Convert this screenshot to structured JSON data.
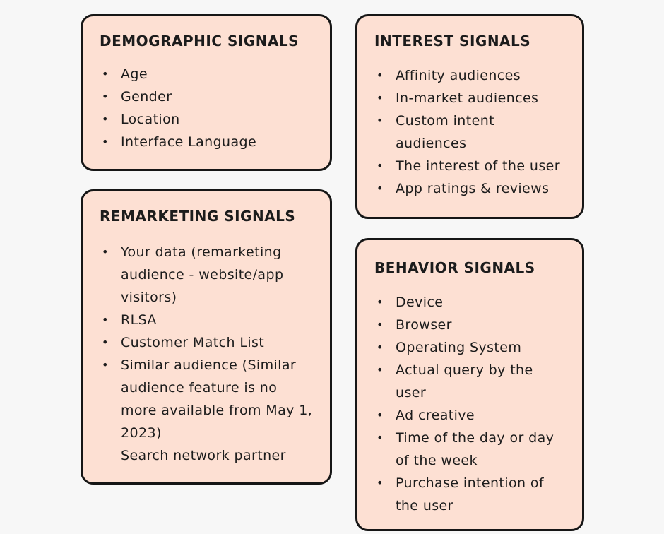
{
  "cards": {
    "demographic": {
      "title": "DEMOGRAPHIC SIGNALS",
      "items": [
        "Age",
        "Gender",
        "Location",
        "Interface Language"
      ]
    },
    "interest": {
      "title": "INTEREST SIGNALS",
      "items": [
        "Affinity audiences",
        "In-market audiences",
        "Custom intent audiences",
        "The interest of the user",
        "App ratings & reviews"
      ]
    },
    "remarketing": {
      "title": "REMARKETING SIGNALS",
      "items": [
        "Your data (remarketing audience - website/app visitors)",
        "RLSA",
        "Customer Match List",
        "Similar audience (Similar audience feature is no more available from May 1, 2023)",
        "Search network partner"
      ]
    },
    "behavior": {
      "title": "BEHAVIOR SIGNALS",
      "items": [
        "Device",
        "Browser",
        "Operating System",
        "Actual query by the user",
        "Ad creative",
        "Time of the day or day of the week",
        "Purchase intention of the user"
      ]
    }
  }
}
